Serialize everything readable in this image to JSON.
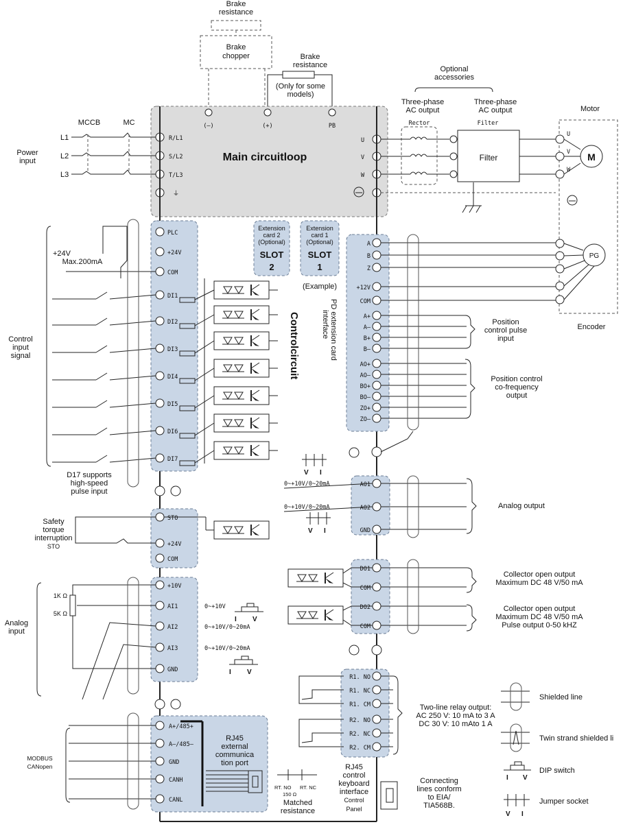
{
  "brake_top": {
    "resistance": [
      "Brake",
      "resistance"
    ],
    "chopper": [
      "Brake",
      "chopper"
    ]
  },
  "brake_mid": {
    "resistance": [
      "Brake",
      "resistance"
    ],
    "note": [
      "(Only for some",
      "models)"
    ]
  },
  "main": {
    "title": "Main circuitloop",
    "dc_terminals": [
      "(–)",
      "(+)",
      "PB"
    ],
    "inputs": [
      "R/L1",
      "S/L2",
      "T/L3"
    ],
    "outputs": [
      "U",
      "V",
      "W"
    ]
  },
  "power": {
    "label": [
      "Power",
      "input"
    ],
    "mccb": "MCCB",
    "mc": "MC",
    "lines": [
      "L1",
      "L2",
      "L3"
    ]
  },
  "accessories": {
    "title": [
      "Optional",
      "accessories"
    ],
    "three_phase_1": [
      "Three-phase",
      "AC output"
    ],
    "three_phase_2": [
      "Three-phase",
      "AC output"
    ],
    "rector": "Rector",
    "filter_top": "Filter",
    "filter_box": "Filter"
  },
  "motor": {
    "label": "Motor",
    "symbol": "M",
    "terms": [
      "U",
      "V",
      "W"
    ]
  },
  "encoder": {
    "label": "Encoder",
    "symbol": "PG"
  },
  "control": {
    "title": "Controlcircuit",
    "supply": [
      "+24V",
      "Max.200mA"
    ],
    "input_label": [
      "Control",
      "input",
      "signal"
    ],
    "di_terms": [
      "PLC",
      "+24V",
      "COM",
      "DI1",
      "DI2",
      "DI3",
      "DI4",
      "DI5",
      "DI6",
      "DI7"
    ],
    "di7_note": [
      "D17 supports",
      "high-speed",
      "pulse input"
    ]
  },
  "slots": {
    "card2": [
      "Extension",
      "card 2",
      "(Optional)"
    ],
    "slot2": [
      "SLOT",
      "2"
    ],
    "card1": [
      "Extension",
      "card 1",
      "(Optional)"
    ],
    "slot1": [
      "SLOT",
      "1"
    ],
    "example": "(Example)",
    "pd": [
      "PD extension card",
      "interface"
    ]
  },
  "pd_terms": [
    "A",
    "B",
    "Z",
    "+12V",
    "COM",
    "A+",
    "A–",
    "B+",
    "B–",
    "AO+",
    "AO–",
    "BO+",
    "BO–",
    "ZO+",
    "ZO–"
  ],
  "position": {
    "pulse": [
      "Position",
      "control pulse",
      "input"
    ],
    "freq": [
      "Position control",
      "co-frequency",
      "output"
    ]
  },
  "sto": {
    "label": [
      "Safety",
      "torque",
      "interruption",
      "STO"
    ],
    "terms": [
      "STO",
      "+24V",
      "COM"
    ]
  },
  "analog_in": {
    "label": [
      "Analog",
      "input"
    ],
    "pot": [
      "1K Ω",
      "5K Ω"
    ],
    "terms": [
      "+10V",
      "AI1",
      "AI2",
      "AI3",
      "GND"
    ],
    "ranges": [
      "0~+10V",
      "0~+10V/0~20mA",
      "0~+10V/0~20mA"
    ]
  },
  "analog_out": {
    "label": "Analog output",
    "terms": [
      "AO1",
      "AO2",
      "GND"
    ],
    "ranges": [
      "0~+10V/0~20mA",
      "0~+10V/0~20mA"
    ]
  },
  "jumper_iv": [
    "V",
    "I"
  ],
  "dip_iv": [
    "I",
    "V"
  ],
  "do": {
    "terms": [
      "DO1",
      "COM",
      "DO2",
      "COM"
    ],
    "note1": [
      "Collector open output",
      "Maximum DC 48 V/50 mA"
    ],
    "note2": [
      "Collector open output",
      "Maximum DC 48 V/50 mA",
      "Pulse output 0-50 kHZ"
    ]
  },
  "relay": {
    "terms": [
      "R1. NO",
      "R1. NC",
      "R1. CM",
      "R2. NO",
      "R2. NC",
      "R2. CM"
    ],
    "note": [
      "Two-line relay output:",
      "AC 250 V: 10 mA to 3 A",
      "DC 30 V: 10 mAto 1 A"
    ]
  },
  "comm": {
    "terms": [
      "A+/485+",
      "A–/485–",
      "GND",
      "CANH",
      "CANL"
    ],
    "protocols": [
      "MODBUS",
      "CANopen"
    ],
    "rj45": [
      "RJ45",
      "external",
      "communica",
      "tion port"
    ]
  },
  "matched": {
    "switch": [
      "RT. NO",
      "RT. NC",
      "150 Ω"
    ],
    "label": [
      "Matched",
      "resistance"
    ]
  },
  "keyboard": {
    "rj45": [
      "RJ45",
      "control",
      "keyboard",
      "interface"
    ],
    "panel": [
      "Control",
      "Panel"
    ],
    "note": [
      "Connecting",
      "lines conform",
      "to EIA/",
      "TIA568B."
    ]
  },
  "legend": [
    "Shielded line",
    "Twin strand shielded li",
    "DIP switch",
    "Jumper socket"
  ]
}
